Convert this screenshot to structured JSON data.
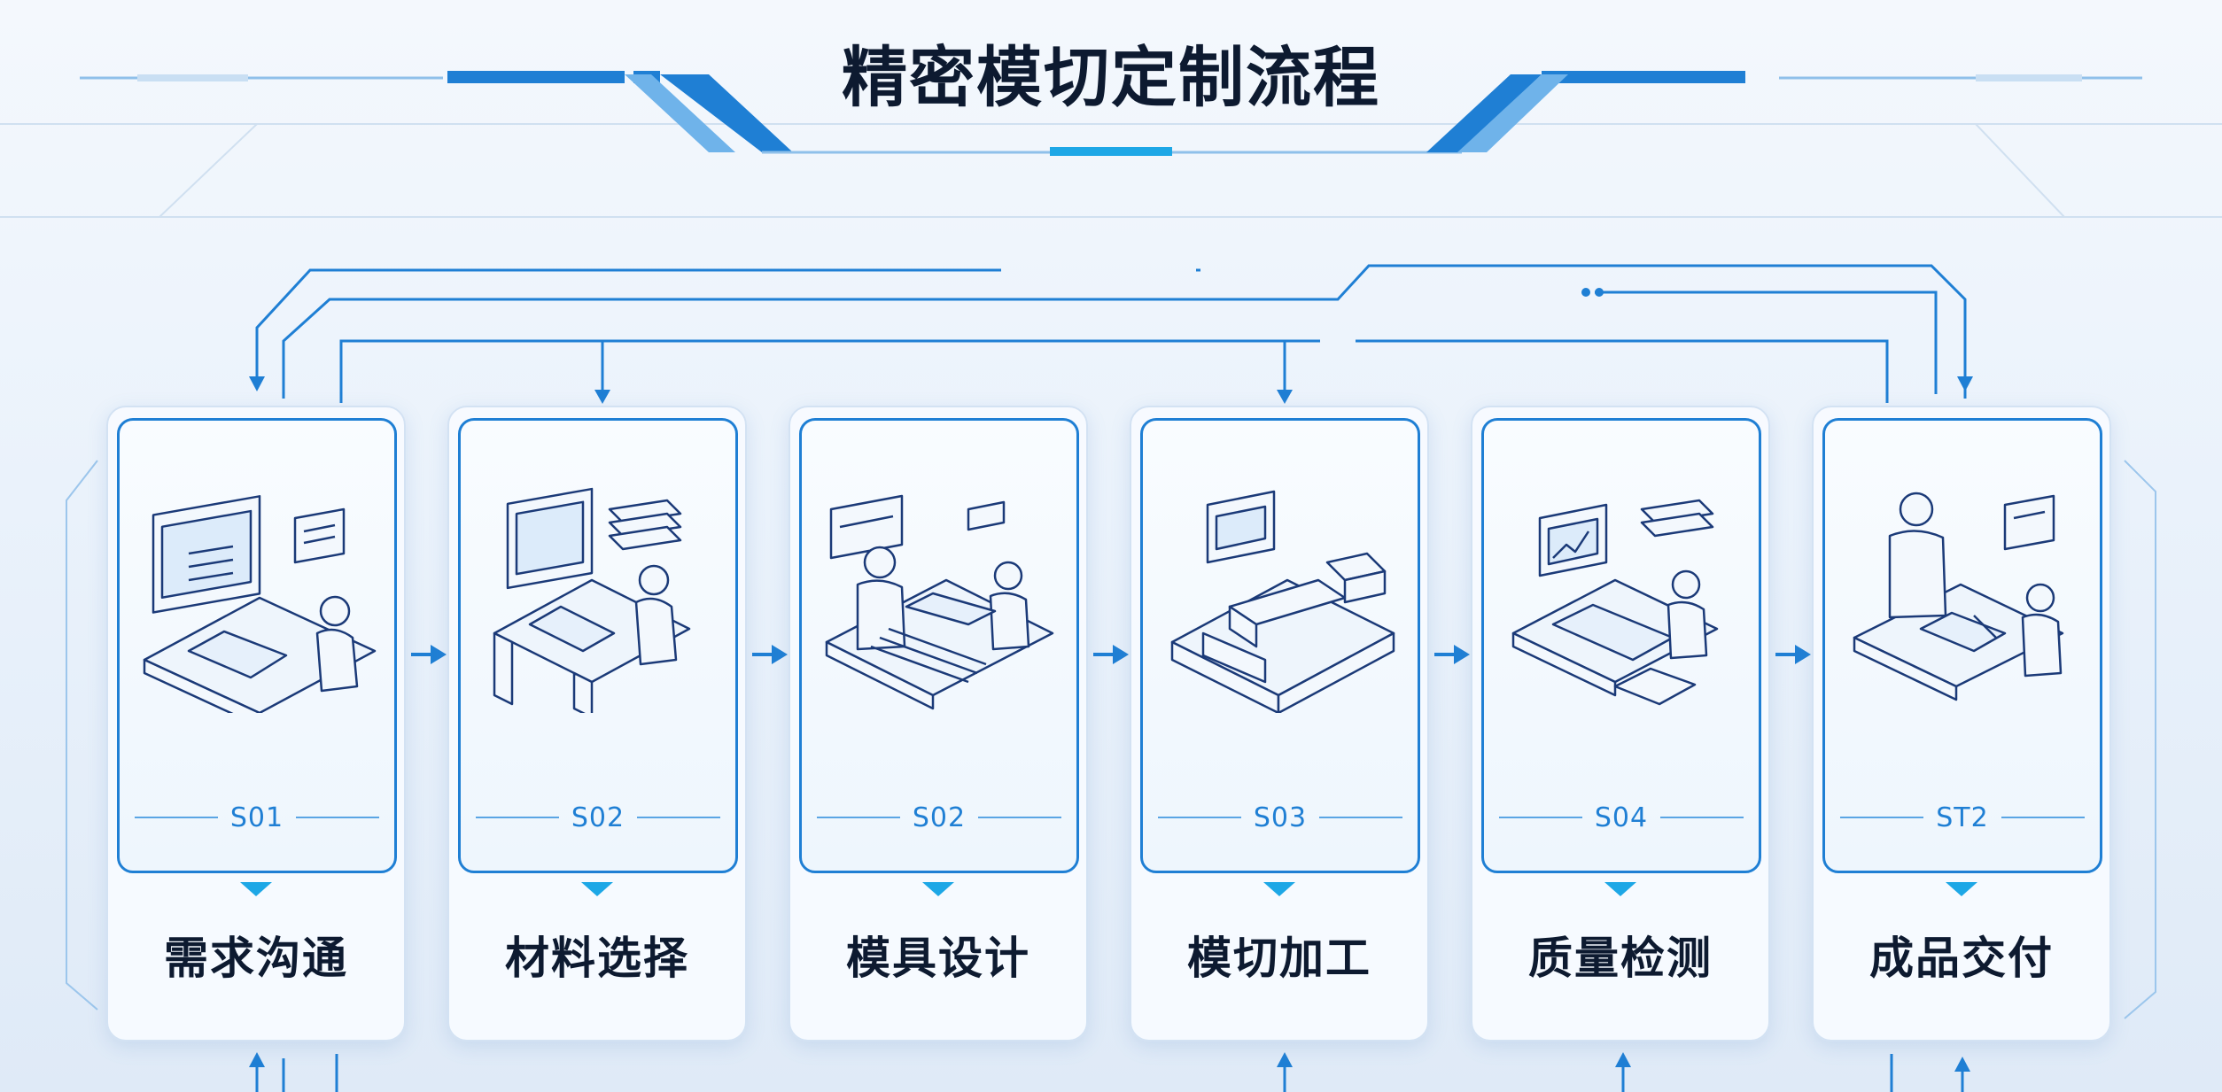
{
  "title": "精密模切定制流程",
  "colors": {
    "accent": "#1f7fd4",
    "accent_light": "#1da7e6",
    "line": "#5aa5e4",
    "text": "#0d1a30"
  },
  "steps": [
    {
      "code": "S01",
      "label": "需求沟通",
      "icon": "computer-workstation-icon"
    },
    {
      "code": "S02",
      "label": "材料选择",
      "icon": "material-stack-workstation-icon"
    },
    {
      "code": "S02",
      "label": "模具设计",
      "icon": "mold-design-team-icon"
    },
    {
      "code": "S03",
      "label": "模切加工",
      "icon": "die-cutting-machine-icon"
    },
    {
      "code": "S04",
      "label": "质量检测",
      "icon": "quality-inspection-icon"
    },
    {
      "code": "ST2",
      "label": "成品交付",
      "icon": "delivery-handover-icon"
    }
  ]
}
